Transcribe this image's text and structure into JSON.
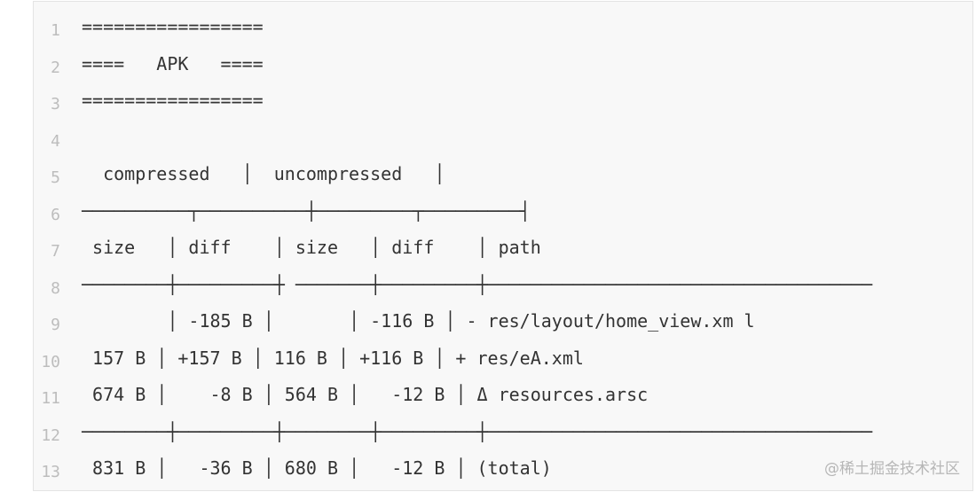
{
  "line_numbers": [
    "1",
    "2",
    "3",
    "4",
    "5",
    "6",
    "7",
    "8",
    "9",
    "10",
    "11",
    "12",
    "13"
  ],
  "code": {
    "l1": "=================",
    "l2": "====   APK   ====",
    "l3": "=================",
    "l4": "",
    "l5": "  compressed   │  uncompressed   │",
    "l6": "──────────┬──────────┼─────────┬─────────┤",
    "l7": " size   │ diff    │ size   │ diff    │ path",
    "l8": "────────┼─────────┼ ───────┼─────────┼────────────────────────────────────",
    "l9": "        │ -185 B │       │ -116 B │ - res/layout/home_view.xm l",
    "l10": " 157 B │ +157 B │ 116 B │ +116 B │ + res/eA.xml",
    "l11": " 674 B │    -8 B │ 564 B │   -12 B │ Δ resources.arsc",
    "l12": "────────┼─────────┼────────┼─────────┼────────────────────────────────────",
    "l13": " 831 B │   -36 B │ 680 B │   -12 B │ (total)"
  },
  "watermark": "@稀土掘金技术社区"
}
